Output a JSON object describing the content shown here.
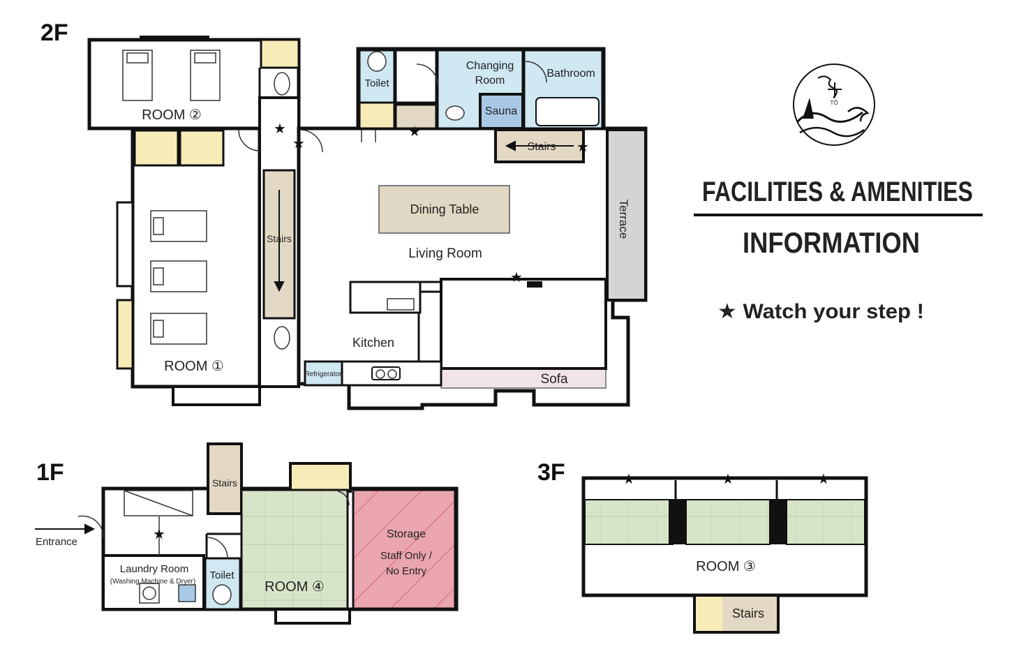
{
  "floors": {
    "second": "2F",
    "first": "1F",
    "third": "3F"
  },
  "rooms_2f": {
    "room2": "ROOM ②",
    "room1": "ROOM ①",
    "toilet": "Toilet",
    "changing_room_line1": "Changing",
    "changing_room_line2": "Room",
    "bathroom": "Bathroom",
    "sauna": "Sauna",
    "stairs_top": "Stairs",
    "stairs_left": "Stairs",
    "dining_table": "Dining Table",
    "living_room": "Living Room",
    "terrace": "Terrace",
    "kitchen": "Kitchen",
    "refrigerator": "Refrigerator",
    "sofa": "Sofa"
  },
  "rooms_1f": {
    "entrance": "Entrance",
    "stairs": "Stairs",
    "laundry_line1": "Laundry Room",
    "laundry_line2": "(Washing Machine & Dryer)",
    "toilet": "Toilet",
    "room4": "ROOM ④",
    "storage": "Storage",
    "staff_line1": "Staff Only /",
    "staff_line2": "No Entry"
  },
  "rooms_3f": {
    "room3": "ROOM ③",
    "stairs": "Stairs"
  },
  "info": {
    "title_line1": "FACILITIES & AMENITIES",
    "title_line2": "INFORMATION",
    "note": "★ Watch your step !"
  },
  "logo": {
    "caption": "TŌ",
    "icon": "wave-logo-icon"
  },
  "symbols": {
    "star": "★"
  },
  "colors": {
    "wall": "#111111",
    "closet": "#f7ecb8",
    "water": "#cfe8f2",
    "sauna": "#a9c8e6",
    "table": "#e0d8c4",
    "stairs": "#e3d8c4",
    "terrace": "#d4d4d4",
    "tatami": "#d8e4c8",
    "storage": "#eaa5ae",
    "sofa": "#f1e4e6"
  }
}
